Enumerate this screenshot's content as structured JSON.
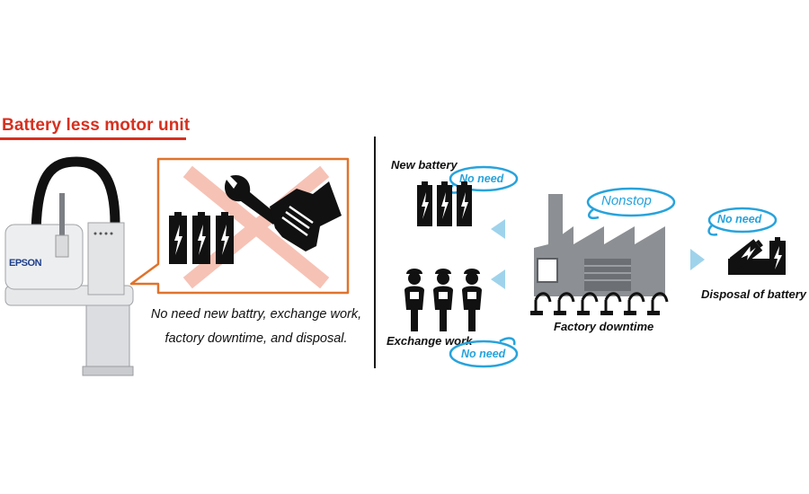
{
  "title": "Battery less motor unit",
  "robot": {
    "logo": "EPSON"
  },
  "callout": {
    "caption_line1": "No need new battry, exchange work,",
    "caption_line2": "factory downtime, and disposal."
  },
  "right": {
    "new_battery": "New battery",
    "exchange_work": "Exchange work",
    "factory_downtime": "Factory downtime",
    "disposal": "Disposal of battery",
    "no_need_1": "No need",
    "no_need_2": "No need",
    "no_need_3": "No need",
    "nonstop": "Nonstop"
  },
  "colors": {
    "title_red": "#d7301f",
    "callout_border": "#e0732c",
    "cross_pink": "#f6c2b5",
    "accent_blue": "#27a3dc",
    "arrow_blue": "#9fd3ec",
    "factory_gray": "#8c8f93"
  },
  "icons": [
    "battery-icon",
    "wrench-hand-icon",
    "worker-icon",
    "factory-icon",
    "arrow-right-icon"
  ]
}
